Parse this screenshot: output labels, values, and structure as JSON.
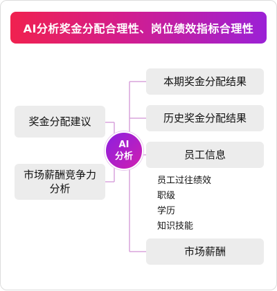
{
  "header": {
    "title": "AI分析奖金分配合理性、岗位绩效指标合理性"
  },
  "center": {
    "line1": "AI",
    "line2": "分析"
  },
  "left_items": [
    {
      "label": "奖金分配建议"
    },
    {
      "label": "市场薪酬竞争力分析"
    }
  ],
  "right_items": [
    {
      "label": "本期奖金分配结果"
    },
    {
      "label": "历史奖金分配结果"
    },
    {
      "label": "员工信息"
    },
    {
      "label": "市场薪酬"
    }
  ],
  "employee_info_details": [
    "员工过往绩效",
    "职级",
    "学历",
    "知识技能"
  ],
  "colors": {
    "header_gradient_start": "#f0214f",
    "header_gradient_end": "#9b21d6",
    "box_background": "#ececec",
    "connector": "#d9a3dc",
    "center_start": "#8c1fe0",
    "center_end": "#d01fb0"
  }
}
